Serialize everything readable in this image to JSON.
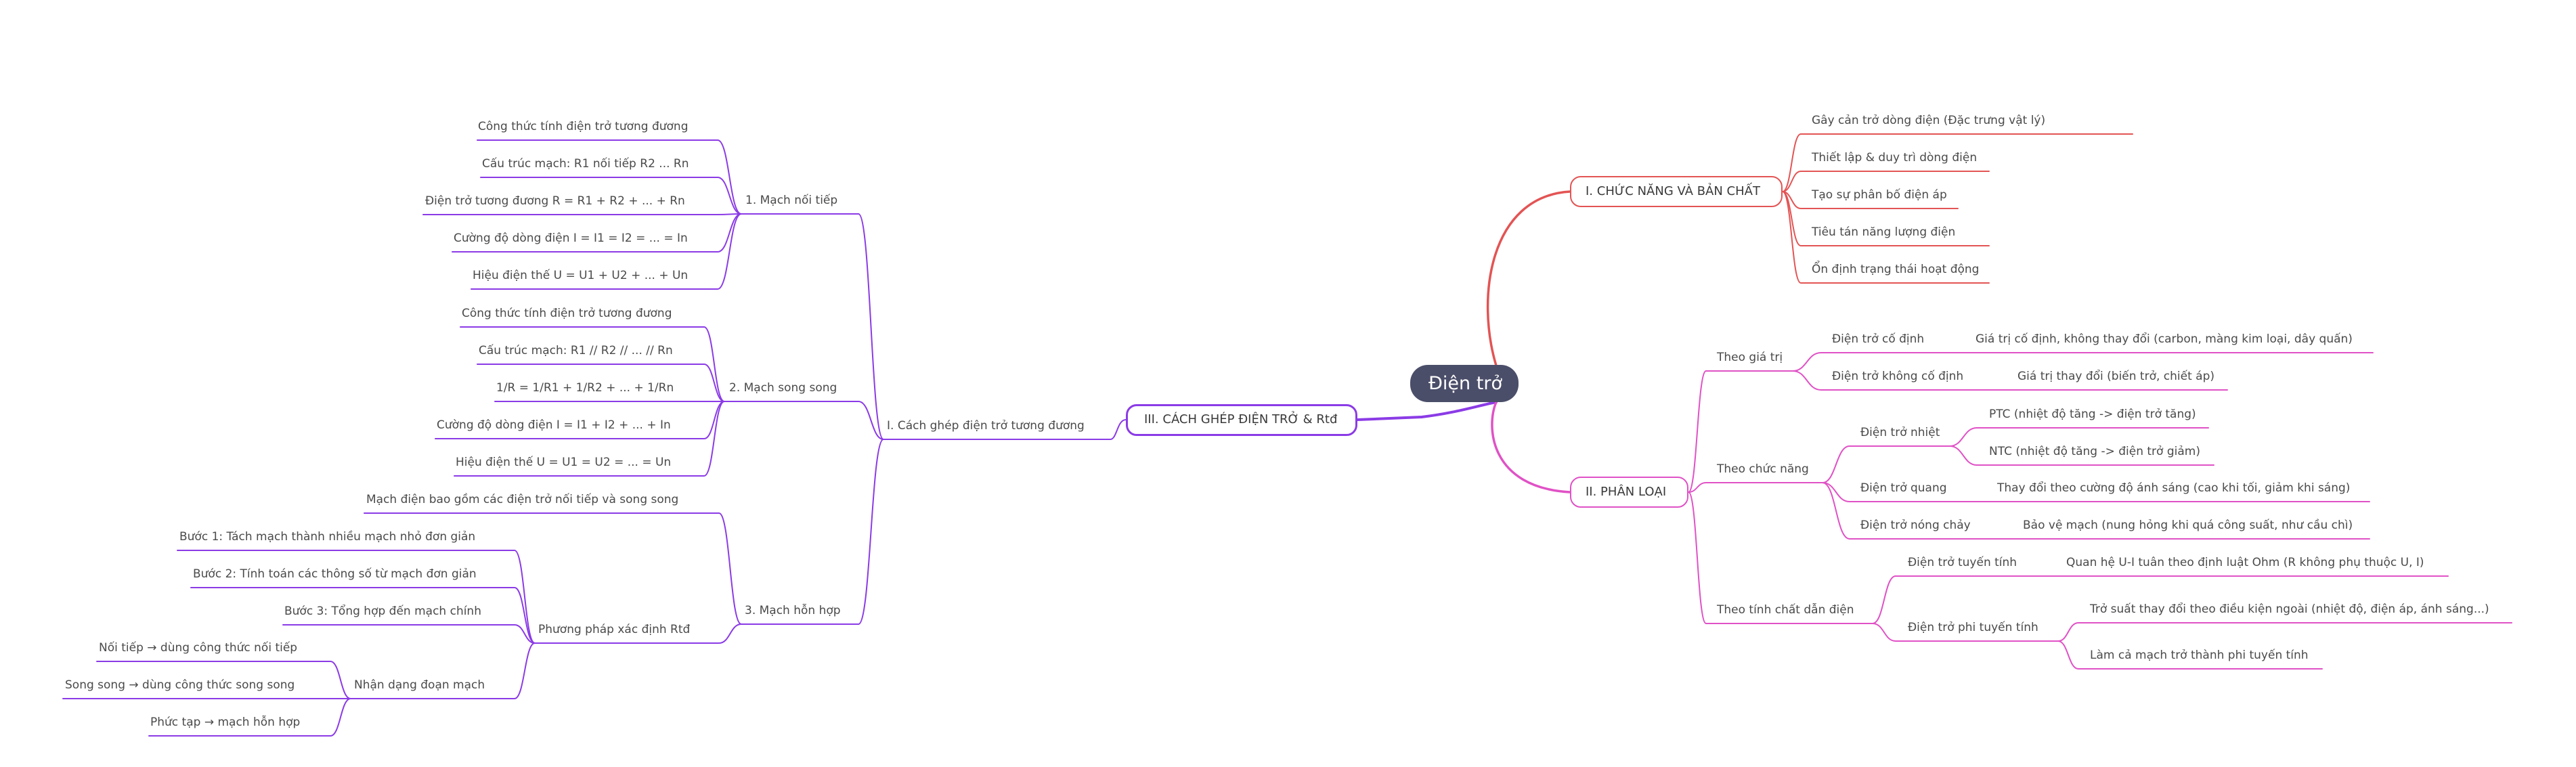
{
  "root": {
    "label": "Điện trở"
  },
  "colors": {
    "root": "#4b4e69",
    "functions": "#e35454",
    "classification": "#e052c6",
    "combination": "#8b3be6"
  },
  "functions": {
    "title": "I. CHỨC NĂNG VÀ BẢN CHẤT",
    "items": [
      "Gây cản trở dòng điện (Đặc trưng vật lý)",
      "Thiết lập & duy trì dòng điện",
      "Tạo sự phân bố điện áp",
      "Tiêu tán năng lượng điện",
      "Ổn định trạng thái hoạt động"
    ]
  },
  "classification": {
    "title": "II. PHÂN LOẠI",
    "by_value": {
      "label": "Theo giá trị",
      "fixed": {
        "label": "Điện trở cố định",
        "desc": "Giá trị cố định, không thay đổi (carbon, màng kim loại, dây quấn)"
      },
      "variable": {
        "label": "Điện trở không cố định",
        "desc": "Giá trị thay đổi (biến trở, chiết áp)"
      }
    },
    "by_function": {
      "label": "Theo chức năng",
      "thermal": {
        "label": "Điện trở nhiệt",
        "ptc": "PTC (nhiệt độ tăng -> điện trở tăng)",
        "ntc": "NTC (nhiệt độ tăng -> điện trở giảm)"
      },
      "optical": {
        "label": "Điện trở quang",
        "desc": "Thay đổi theo cường độ ánh sáng (cao khi tối, giảm khi sáng)"
      },
      "fuse": {
        "label": "Điện trở nóng chảy",
        "desc": "Bảo vệ mạch (nung hỏng khi quá công suất, như cầu chì)"
      }
    },
    "by_conduction": {
      "label": "Theo tính chất dẫn điện",
      "linear": {
        "label": "Điện trở tuyến tính",
        "desc": "Quan hệ U-I tuân theo định luật Ohm (R không phụ thuộc U, I)"
      },
      "nonlinear": {
        "label": "Điện trở phi tuyến tính",
        "desc1": "Trở suất thay đổi theo điều kiện ngoài (nhiệt độ, điện áp, ánh sáng...)",
        "desc2": "Làm cả mạch trở thành phi tuyến tính"
      }
    }
  },
  "combination": {
    "title": "III. CÁCH GHÉP ĐIỆN TRỞ & Rtđ",
    "subtitle": "I. Cách ghép điện trở tương đương",
    "series": {
      "label": "1. Mạch nối tiếp",
      "items": [
        "Công thức tính điện trở tương đương",
        "Cấu trúc mạch: R1 nối tiếp R2 ... Rn",
        "Điện trở tương đương R = R1 + R2 + ... + Rn",
        "Cường độ dòng điện I = I1 = I2 = ... = In",
        "Hiệu điện thế U = U1 + U2 + ... + Un"
      ]
    },
    "parallel": {
      "label": "2. Mạch song song",
      "items": [
        "Công thức tính điện trở tương đương",
        "Cấu trúc mạch: R1 // R2 // ... // Rn",
        "1/R = 1/R1 + 1/R2 + ... + 1/Rn",
        "Cường độ dòng điện I = I1 + I2 + ... + In",
        "Hiệu điện thế U = U1 = U2 = ... = Un"
      ]
    },
    "mixed": {
      "label": "3. Mạch hỗn hợp",
      "desc": "Mạch điện bao gồm các điện trở nối tiếp và song song",
      "method": {
        "label": "Phương pháp xác định Rtđ",
        "steps": [
          "Bước 1: Tách mạch thành nhiều mạch nhỏ đơn giản",
          "Bước 2: Tính toán các thông số từ mạch đơn giản",
          "Bước 3: Tổng hợp đến mạch chính"
        ]
      },
      "identify": {
        "label": "Nhận dạng đoạn mạch",
        "items": [
          "Nối tiếp → dùng công thức nối tiếp",
          "Song song → dùng công thức song song",
          "Phức tạp → mạch hỗn hợp"
        ]
      }
    }
  }
}
